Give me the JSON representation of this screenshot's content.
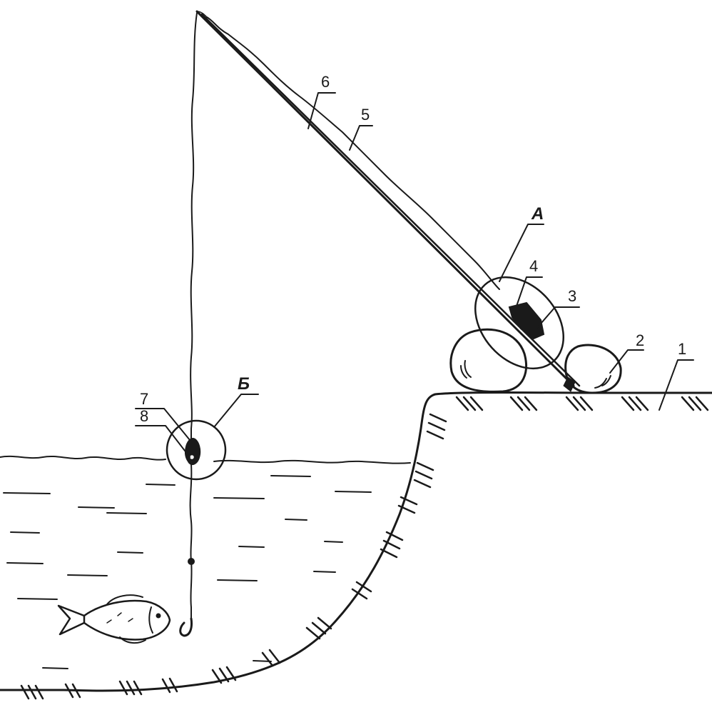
{
  "figure": {
    "callouts": {
      "n1": "1",
      "n2": "2",
      "n3": "3",
      "n4": "4",
      "n5": "5",
      "n6": "6",
      "n7": "7",
      "n8": "8",
      "detail_a": "А",
      "detail_b": "Б"
    },
    "ink_color": "#1a1a1a",
    "background": "#ffffff"
  }
}
